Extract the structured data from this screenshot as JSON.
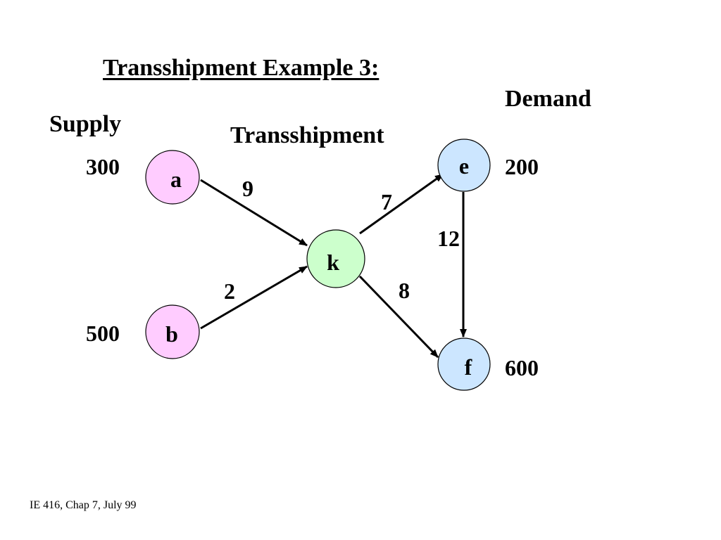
{
  "title": "Transshipment Example 3:",
  "labels": {
    "supply": "Supply",
    "transshipment": "Transshipment",
    "demand": "Demand"
  },
  "supply_values": {
    "a": "300",
    "b": "500"
  },
  "demand_values": {
    "e": "200",
    "f": "600"
  },
  "nodes": [
    {
      "id": "a",
      "label": "a",
      "role": "supply",
      "fill": "#ffccff"
    },
    {
      "id": "b",
      "label": "b",
      "role": "supply",
      "fill": "#ffccff"
    },
    {
      "id": "k",
      "label": "k",
      "role": "transshipment",
      "fill": "#ccffcc"
    },
    {
      "id": "e",
      "label": "e",
      "role": "demand",
      "fill": "#cce6ff"
    },
    {
      "id": "f",
      "label": "f",
      "role": "demand",
      "fill": "#cce6ff"
    }
  ],
  "edges": [
    {
      "from": "a",
      "to": "k",
      "cost": "9"
    },
    {
      "from": "b",
      "to": "k",
      "cost": "2"
    },
    {
      "from": "k",
      "to": "e",
      "cost": "7"
    },
    {
      "from": "k",
      "to": "f",
      "cost": "8"
    },
    {
      "from": "e",
      "to": "f",
      "cost": "12"
    }
  ],
  "footer": "IE 416, Chap 7, July 99"
}
